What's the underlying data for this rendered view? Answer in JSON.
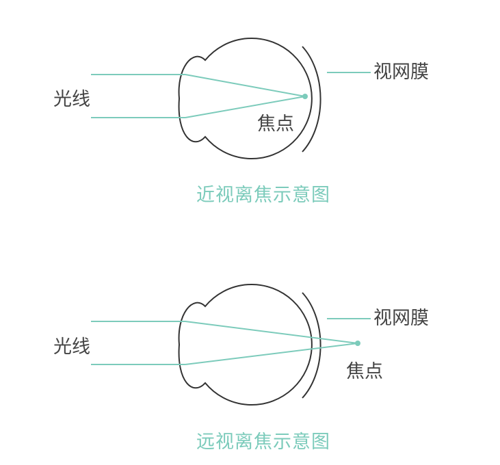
{
  "colors": {
    "ray": "#7ccbbb",
    "outline": "#333333",
    "label_text": "#444444",
    "caption": "#7ccbbb"
  },
  "diagrams": [
    {
      "id": "myopia",
      "light_label": "光线",
      "retina_label": "视网膜",
      "focus_label": "焦点",
      "caption": "近视离焦示意图"
    },
    {
      "id": "hyperopia",
      "light_label": "光线",
      "retina_label": "视网膜",
      "focus_label": "焦点",
      "caption": "远视离焦示意图"
    }
  ]
}
